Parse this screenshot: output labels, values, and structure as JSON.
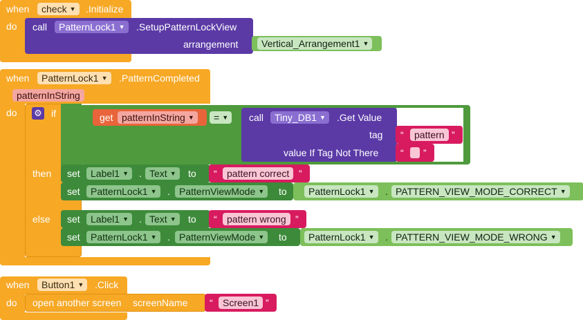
{
  "block1": {
    "when": "when",
    "component": "check",
    "event": ".Initialize",
    "do": "do",
    "call": "call",
    "target": "PatternLock1",
    "method": ".SetupPatternLockView",
    "param": "arrangement",
    "value": "Vertical_Arrangement1"
  },
  "block2": {
    "when": "when",
    "component": "PatternLock1",
    "event": ".PatternCompleted",
    "param": "patternInString",
    "do": "do",
    "if": "if",
    "get": "get",
    "get_var": "patternInString",
    "op": "=",
    "call": "call",
    "db": "Tiny_DB1",
    "db_method": ".Get Value",
    "tag": "tag",
    "tag_value": "pattern",
    "value_if": "value If Tag Not There",
    "then": "then",
    "else": "else",
    "set": "set",
    "to": "to",
    "label": "Label1",
    "text_prop": "Text",
    "dot": ".",
    "pattern_correct": "pattern correct",
    "pattern_wrong": "pattern wrong",
    "plock": "PatternLock1",
    "view_mode": "PatternViewMode",
    "mode_correct": "PATTERN_VIEW_MODE_CORRECT",
    "mode_wrong": "PATTERN_VIEW_MODE_WRONG"
  },
  "block3": {
    "when": "when",
    "component": "Button1",
    "event": ".Click",
    "do": "do",
    "open": "open another screen",
    "param": "screenName",
    "screen": "Screen1"
  },
  "colors": {
    "event": "#f7a825",
    "call": "#5b3aa6",
    "if": "#4e9a3d",
    "setter": "#3d8b3a",
    "component": "#7dbf5a",
    "text": "#d81b5f",
    "variable": "#e9643a"
  },
  "icons": {
    "gear": "gear-icon",
    "dropdown": "chevron-down-icon"
  }
}
